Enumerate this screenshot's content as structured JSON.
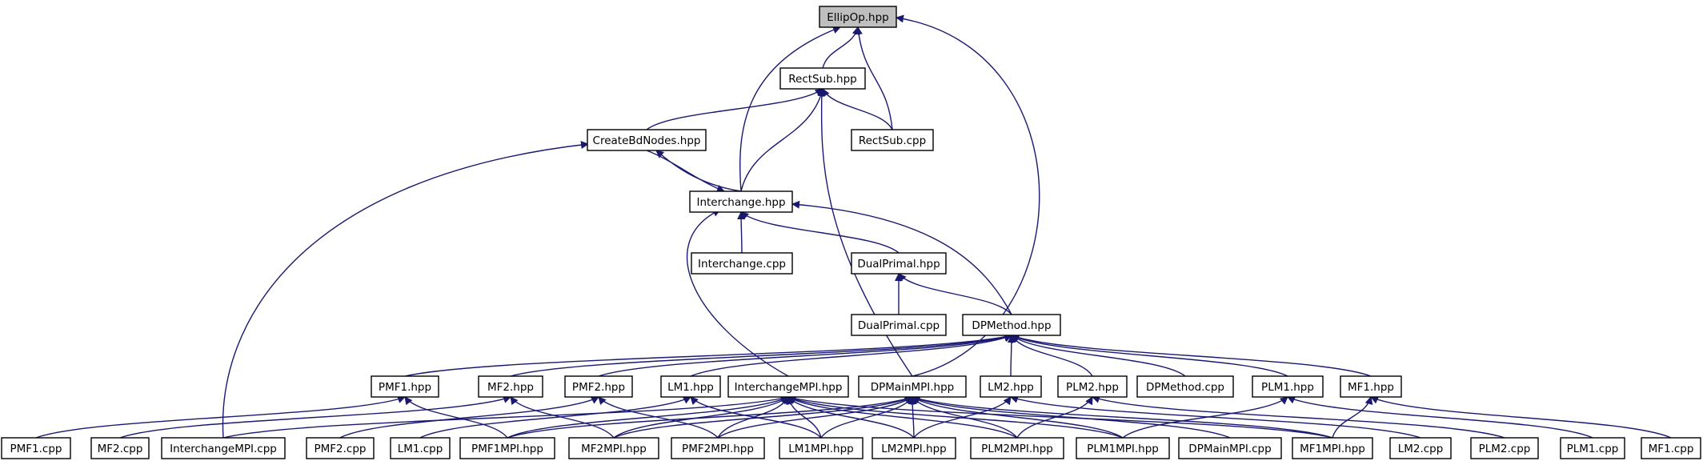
{
  "diagram": {
    "root": "EllipOp.hpp",
    "nodes": [
      {
        "id": "EllipOp",
        "label": "EllipOp.hpp",
        "root": true
      },
      {
        "id": "RectSub",
        "label": "RectSub.hpp"
      },
      {
        "id": "RectSubCpp",
        "label": "RectSub.cpp"
      },
      {
        "id": "CreateBdNodes",
        "label": "CreateBdNodes.hpp"
      },
      {
        "id": "Interchange",
        "label": "Interchange.hpp"
      },
      {
        "id": "InterchangeCpp",
        "label": "Interchange.cpp"
      },
      {
        "id": "DualPrimal",
        "label": "DualPrimal.hpp"
      },
      {
        "id": "DualPrimalCpp",
        "label": "DualPrimal.cpp"
      },
      {
        "id": "DPMethod",
        "label": "DPMethod.hpp"
      },
      {
        "id": "PMF1",
        "label": "PMF1.hpp"
      },
      {
        "id": "MF2",
        "label": "MF2.hpp"
      },
      {
        "id": "PMF2",
        "label": "PMF2.hpp"
      },
      {
        "id": "LM1",
        "label": "LM1.hpp"
      },
      {
        "id": "InterchangeMPI",
        "label": "InterchangeMPI.hpp"
      },
      {
        "id": "DPMainMPI",
        "label": "DPMainMPI.hpp"
      },
      {
        "id": "LM2",
        "label": "LM2.hpp"
      },
      {
        "id": "PLM2",
        "label": "PLM2.hpp"
      },
      {
        "id": "DPMethodCpp",
        "label": "DPMethod.cpp"
      },
      {
        "id": "PLM1",
        "label": "PLM1.hpp"
      },
      {
        "id": "MF1",
        "label": "MF1.hpp"
      },
      {
        "id": "PMF1Cpp",
        "label": "PMF1.cpp"
      },
      {
        "id": "MF2Cpp",
        "label": "MF2.cpp"
      },
      {
        "id": "InterchangeMPICpp",
        "label": "InterchangeMPI.cpp"
      },
      {
        "id": "PMF2Cpp",
        "label": "PMF2.cpp"
      },
      {
        "id": "LM1Cpp",
        "label": "LM1.cpp"
      },
      {
        "id": "PMF1MPI",
        "label": "PMF1MPI.hpp"
      },
      {
        "id": "MF2MPI",
        "label": "MF2MPI.hpp"
      },
      {
        "id": "PMF2MPI",
        "label": "PMF2MPI.hpp"
      },
      {
        "id": "LM1MPI",
        "label": "LM1MPI.hpp"
      },
      {
        "id": "LM2MPI",
        "label": "LM2MPI.hpp"
      },
      {
        "id": "PLM2MPI",
        "label": "PLM2MPI.hpp"
      },
      {
        "id": "PLM1MPI",
        "label": "PLM1MPI.hpp"
      },
      {
        "id": "DPMainMPICpp",
        "label": "DPMainMPI.cpp"
      },
      {
        "id": "MF1MPI",
        "label": "MF1MPI.hpp"
      },
      {
        "id": "LM2Cpp",
        "label": "LM2.cpp"
      },
      {
        "id": "PLM2Cpp",
        "label": "PLM2.cpp"
      },
      {
        "id": "PLM1Cpp",
        "label": "PLM1.cpp"
      },
      {
        "id": "MF1Cpp",
        "label": "MF1.cpp"
      }
    ],
    "edges": [
      [
        "RectSub",
        "EllipOp"
      ],
      [
        "RectSubCpp",
        "EllipOp"
      ],
      [
        "Interchange",
        "EllipOp"
      ],
      [
        "DPMainMPI",
        "EllipOp"
      ],
      [
        "CreateBdNodes",
        "RectSub"
      ],
      [
        "RectSubCpp",
        "RectSub"
      ],
      [
        "Interchange",
        "RectSub"
      ],
      [
        "DPMainMPI",
        "RectSub"
      ],
      [
        "Interchange",
        "CreateBdNodes"
      ],
      [
        "InterchangeMPICpp",
        "CreateBdNodes"
      ],
      [
        "CreateBdNodes",
        "Interchange"
      ],
      [
        "InterchangeCpp",
        "Interchange"
      ],
      [
        "DualPrimal",
        "Interchange"
      ],
      [
        "DPMethod",
        "Interchange"
      ],
      [
        "InterchangeMPI",
        "Interchange"
      ],
      [
        "DualPrimalCpp",
        "DualPrimal"
      ],
      [
        "DPMethod",
        "DualPrimal"
      ],
      [
        "PMF1",
        "DPMethod"
      ],
      [
        "MF2",
        "DPMethod"
      ],
      [
        "PMF2",
        "DPMethod"
      ],
      [
        "LM1",
        "DPMethod"
      ],
      [
        "LM2",
        "DPMethod"
      ],
      [
        "PLM2",
        "DPMethod"
      ],
      [
        "DPMethodCpp",
        "DPMethod"
      ],
      [
        "PLM1",
        "DPMethod"
      ],
      [
        "MF1",
        "DPMethod"
      ],
      [
        "PMF1Cpp",
        "PMF1"
      ],
      [
        "PMF1MPI",
        "PMF1"
      ],
      [
        "MF2Cpp",
        "MF2"
      ],
      [
        "MF2MPI",
        "MF2"
      ],
      [
        "PMF2Cpp",
        "PMF2"
      ],
      [
        "PMF2MPI",
        "PMF2"
      ],
      [
        "LM1Cpp",
        "LM1"
      ],
      [
        "LM1MPI",
        "LM1"
      ],
      [
        "InterchangeMPICpp",
        "InterchangeMPI"
      ],
      [
        "PMF1MPI",
        "InterchangeMPI"
      ],
      [
        "MF2MPI",
        "InterchangeMPI"
      ],
      [
        "PMF2MPI",
        "InterchangeMPI"
      ],
      [
        "LM1MPI",
        "InterchangeMPI"
      ],
      [
        "LM2MPI",
        "InterchangeMPI"
      ],
      [
        "PLM2MPI",
        "InterchangeMPI"
      ],
      [
        "PLM1MPI",
        "InterchangeMPI"
      ],
      [
        "MF1MPI",
        "InterchangeMPI"
      ],
      [
        "PMF1MPI",
        "DPMainMPI"
      ],
      [
        "MF2MPI",
        "DPMainMPI"
      ],
      [
        "PMF2MPI",
        "DPMainMPI"
      ],
      [
        "LM1MPI",
        "DPMainMPI"
      ],
      [
        "LM2MPI",
        "DPMainMPI"
      ],
      [
        "PLM2MPI",
        "DPMainMPI"
      ],
      [
        "PLM1MPI",
        "DPMainMPI"
      ],
      [
        "DPMainMPICpp",
        "DPMainMPI"
      ],
      [
        "MF1MPI",
        "DPMainMPI"
      ],
      [
        "LM2Cpp",
        "LM2"
      ],
      [
        "LM2MPI",
        "LM2"
      ],
      [
        "PLM2Cpp",
        "PLM2"
      ],
      [
        "PLM2MPI",
        "PLM2"
      ],
      [
        "PLM1Cpp",
        "PLM1"
      ],
      [
        "PLM1MPI",
        "PLM1"
      ],
      [
        "MF1Cpp",
        "MF1"
      ],
      [
        "MF1MPI",
        "MF1"
      ]
    ]
  }
}
